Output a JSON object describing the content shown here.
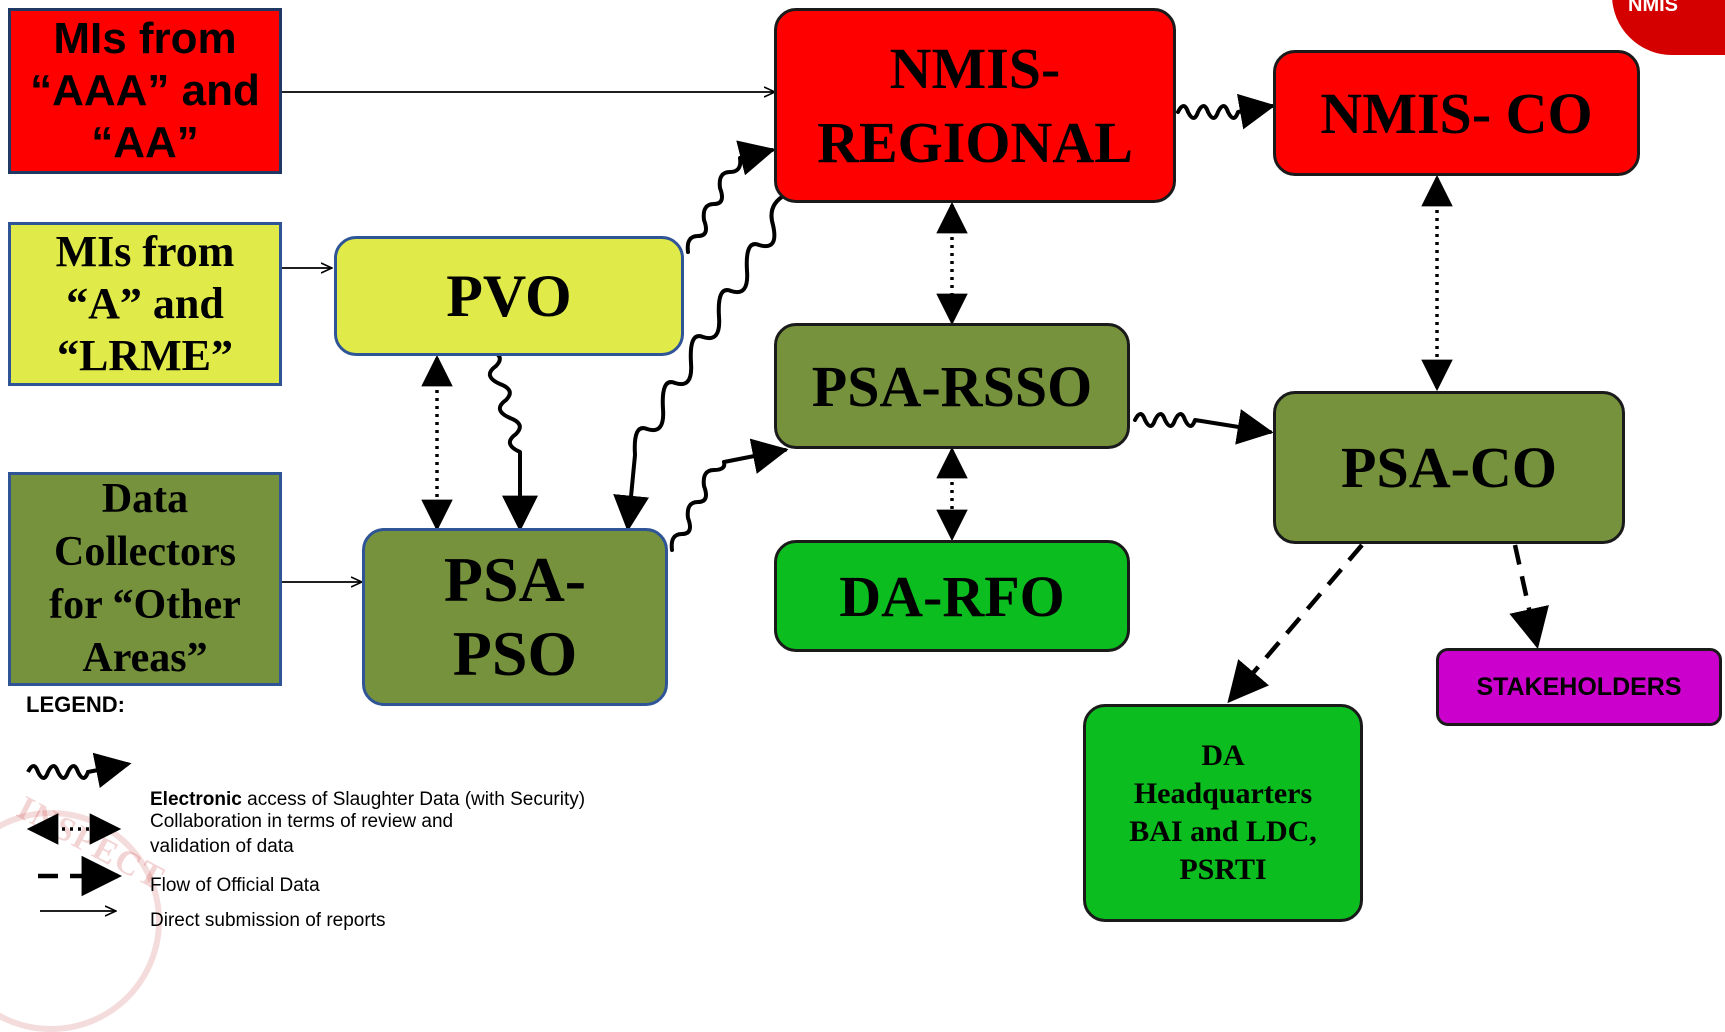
{
  "boxes": {
    "mis_aaa": "MIs from\n“AAA” and\n“AA”",
    "mis_a": "MIs from\n“A” and\n“LRME”",
    "data_collectors": "Data\nCollectors\nfor “Other\nAreas”",
    "pvo": "PVO",
    "psa_pso": "PSA-\nPSO",
    "nmis_regional": "NMIS-\nREGIONAL",
    "psa_rsso": "PSA-RSSO",
    "da_rfo": "DA-RFO",
    "nmis_co": "NMIS- CO",
    "psa_co": "PSA-CO",
    "da_hq": "DA\nHeadquarters\nBAI and LDC,\nPSRTI",
    "stakeholders": "STAKEHOLDERS"
  },
  "legend": {
    "title": "LEGEND:",
    "electronic_bold": "Electronic",
    "electronic_rest": " access of Slaughter Data (with Security)",
    "collaboration": "Collaboration in terms of review and\nvalidation of data",
    "official": "Flow of Official Data",
    "direct": "Direct submission of reports"
  },
  "watermark": {
    "seal": "INSPECT",
    "logo": "NMIS"
  },
  "colors": {
    "red": "#ff0000",
    "yellow": "#e0eb4a",
    "olive": "#76923c",
    "green": "#0bbd1e",
    "magenta": "#cc00cc"
  }
}
